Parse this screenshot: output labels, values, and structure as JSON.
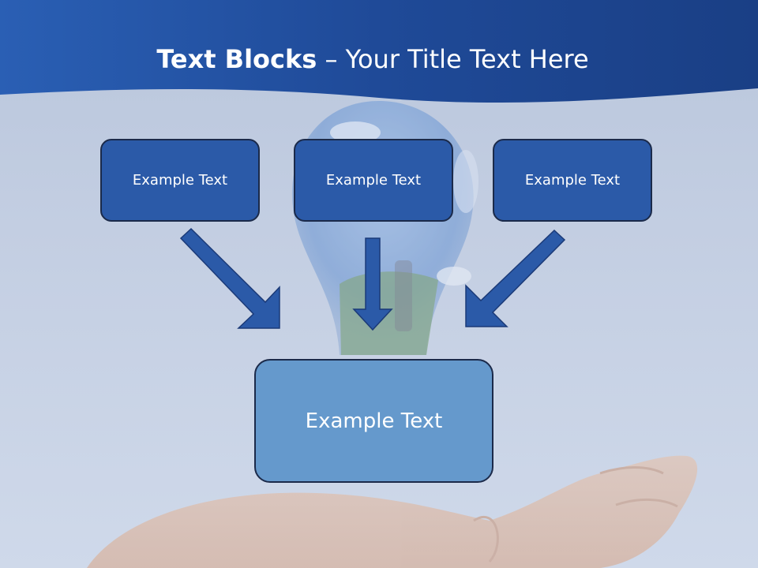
{
  "slide": {
    "title_bold": "Text Blocks",
    "title_dash": "–",
    "title_rest": "Your Title Text Here",
    "top_boxes": [
      {
        "label": "Example Text"
      },
      {
        "label": "Example Text"
      },
      {
        "label": "Example Text"
      }
    ],
    "bottom_box": {
      "label": "Example Text"
    }
  },
  "colors": {
    "header_blue": "#2556a6",
    "box_blue": "#2b5aa8",
    "box_light_blue": "#6599cc",
    "box_border": "#1b2a4a"
  }
}
